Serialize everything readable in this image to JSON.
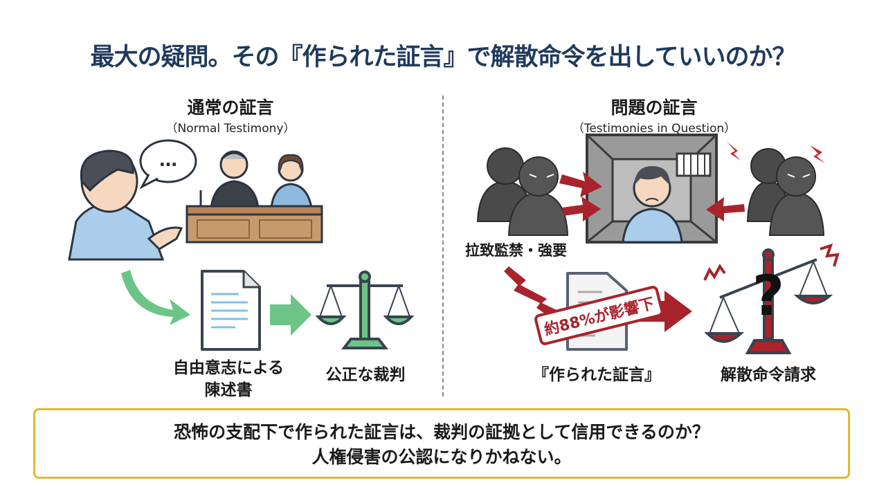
{
  "title": "最大の疑問。その『作られた証言』で解散命令を出していいのか？",
  "left": {
    "heading": "通常の証言",
    "subheading": "（Normal Testimony）",
    "speech": "…",
    "doc_label_line1": "自由意志による",
    "doc_label_line2": "陳述書",
    "scale_label": "公正な裁判"
  },
  "right": {
    "heading": "問題の証言",
    "subheading": "（Testimonies in Question）",
    "coercion_label": "拉致監禁・強要",
    "stamp": "約88%が影響下",
    "doc_label": "『作られた証言』",
    "scale_label": "解散命令請求",
    "question_mark": "?"
  },
  "conclusion": {
    "line1": "恐怖の支配下で作られた証言は、裁判の証拠として信用できるのか？",
    "line2": "人権侵害の公認になりかねない。"
  },
  "colors": {
    "title": "#1f3a5c",
    "green": "#6cc487",
    "red": "#a8232b",
    "gold": "#e3b92c"
  }
}
